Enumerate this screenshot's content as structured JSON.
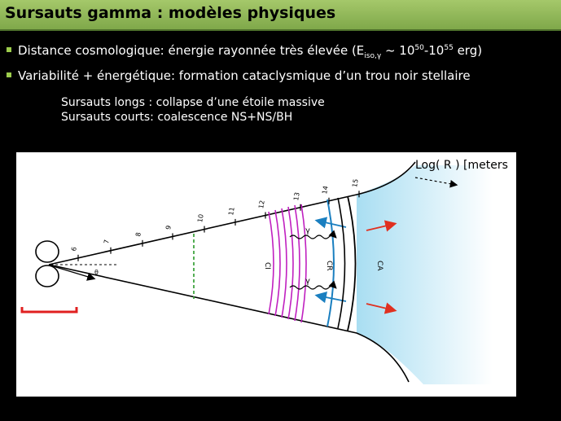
{
  "title": "Sursauts gamma : modèles physiques",
  "bullets": [
    {
      "pre": "Distance cosmologique: énergie rayonnée très élevée (E",
      "sub": "iso,γ",
      "mid1": " ~ 10",
      "sup1": "50",
      "mid2": "-10",
      "sup2": "55",
      "post": " erg)"
    },
    {
      "text": "Variabilité + énergétique: formation cataclysmique d’un trou noir stellaire"
    }
  ],
  "subitems": [
    "Sursauts longs : collapse d’une étoile massive",
    "Sursauts courts: coalescence NS+NS/BH"
  ],
  "figure": {
    "axis_label": "Log( R ) [meters",
    "ticks": [
      "6",
      "7",
      "8",
      "9",
      "10",
      "11",
      "12",
      "13",
      "14",
      "15"
    ],
    "region_labels": {
      "ci": "CI",
      "cr": "CR",
      "ca": "CA"
    },
    "angle_label": "θ",
    "gamma_label": "γ",
    "colors": {
      "ci": "#c020c0",
      "cr": "#1a7fc0",
      "ca_arrow": "#e03020",
      "ca_fill": "#bfe8f5",
      "jet_break": "#2a9a2a",
      "scale_bar": "#e02020"
    }
  }
}
